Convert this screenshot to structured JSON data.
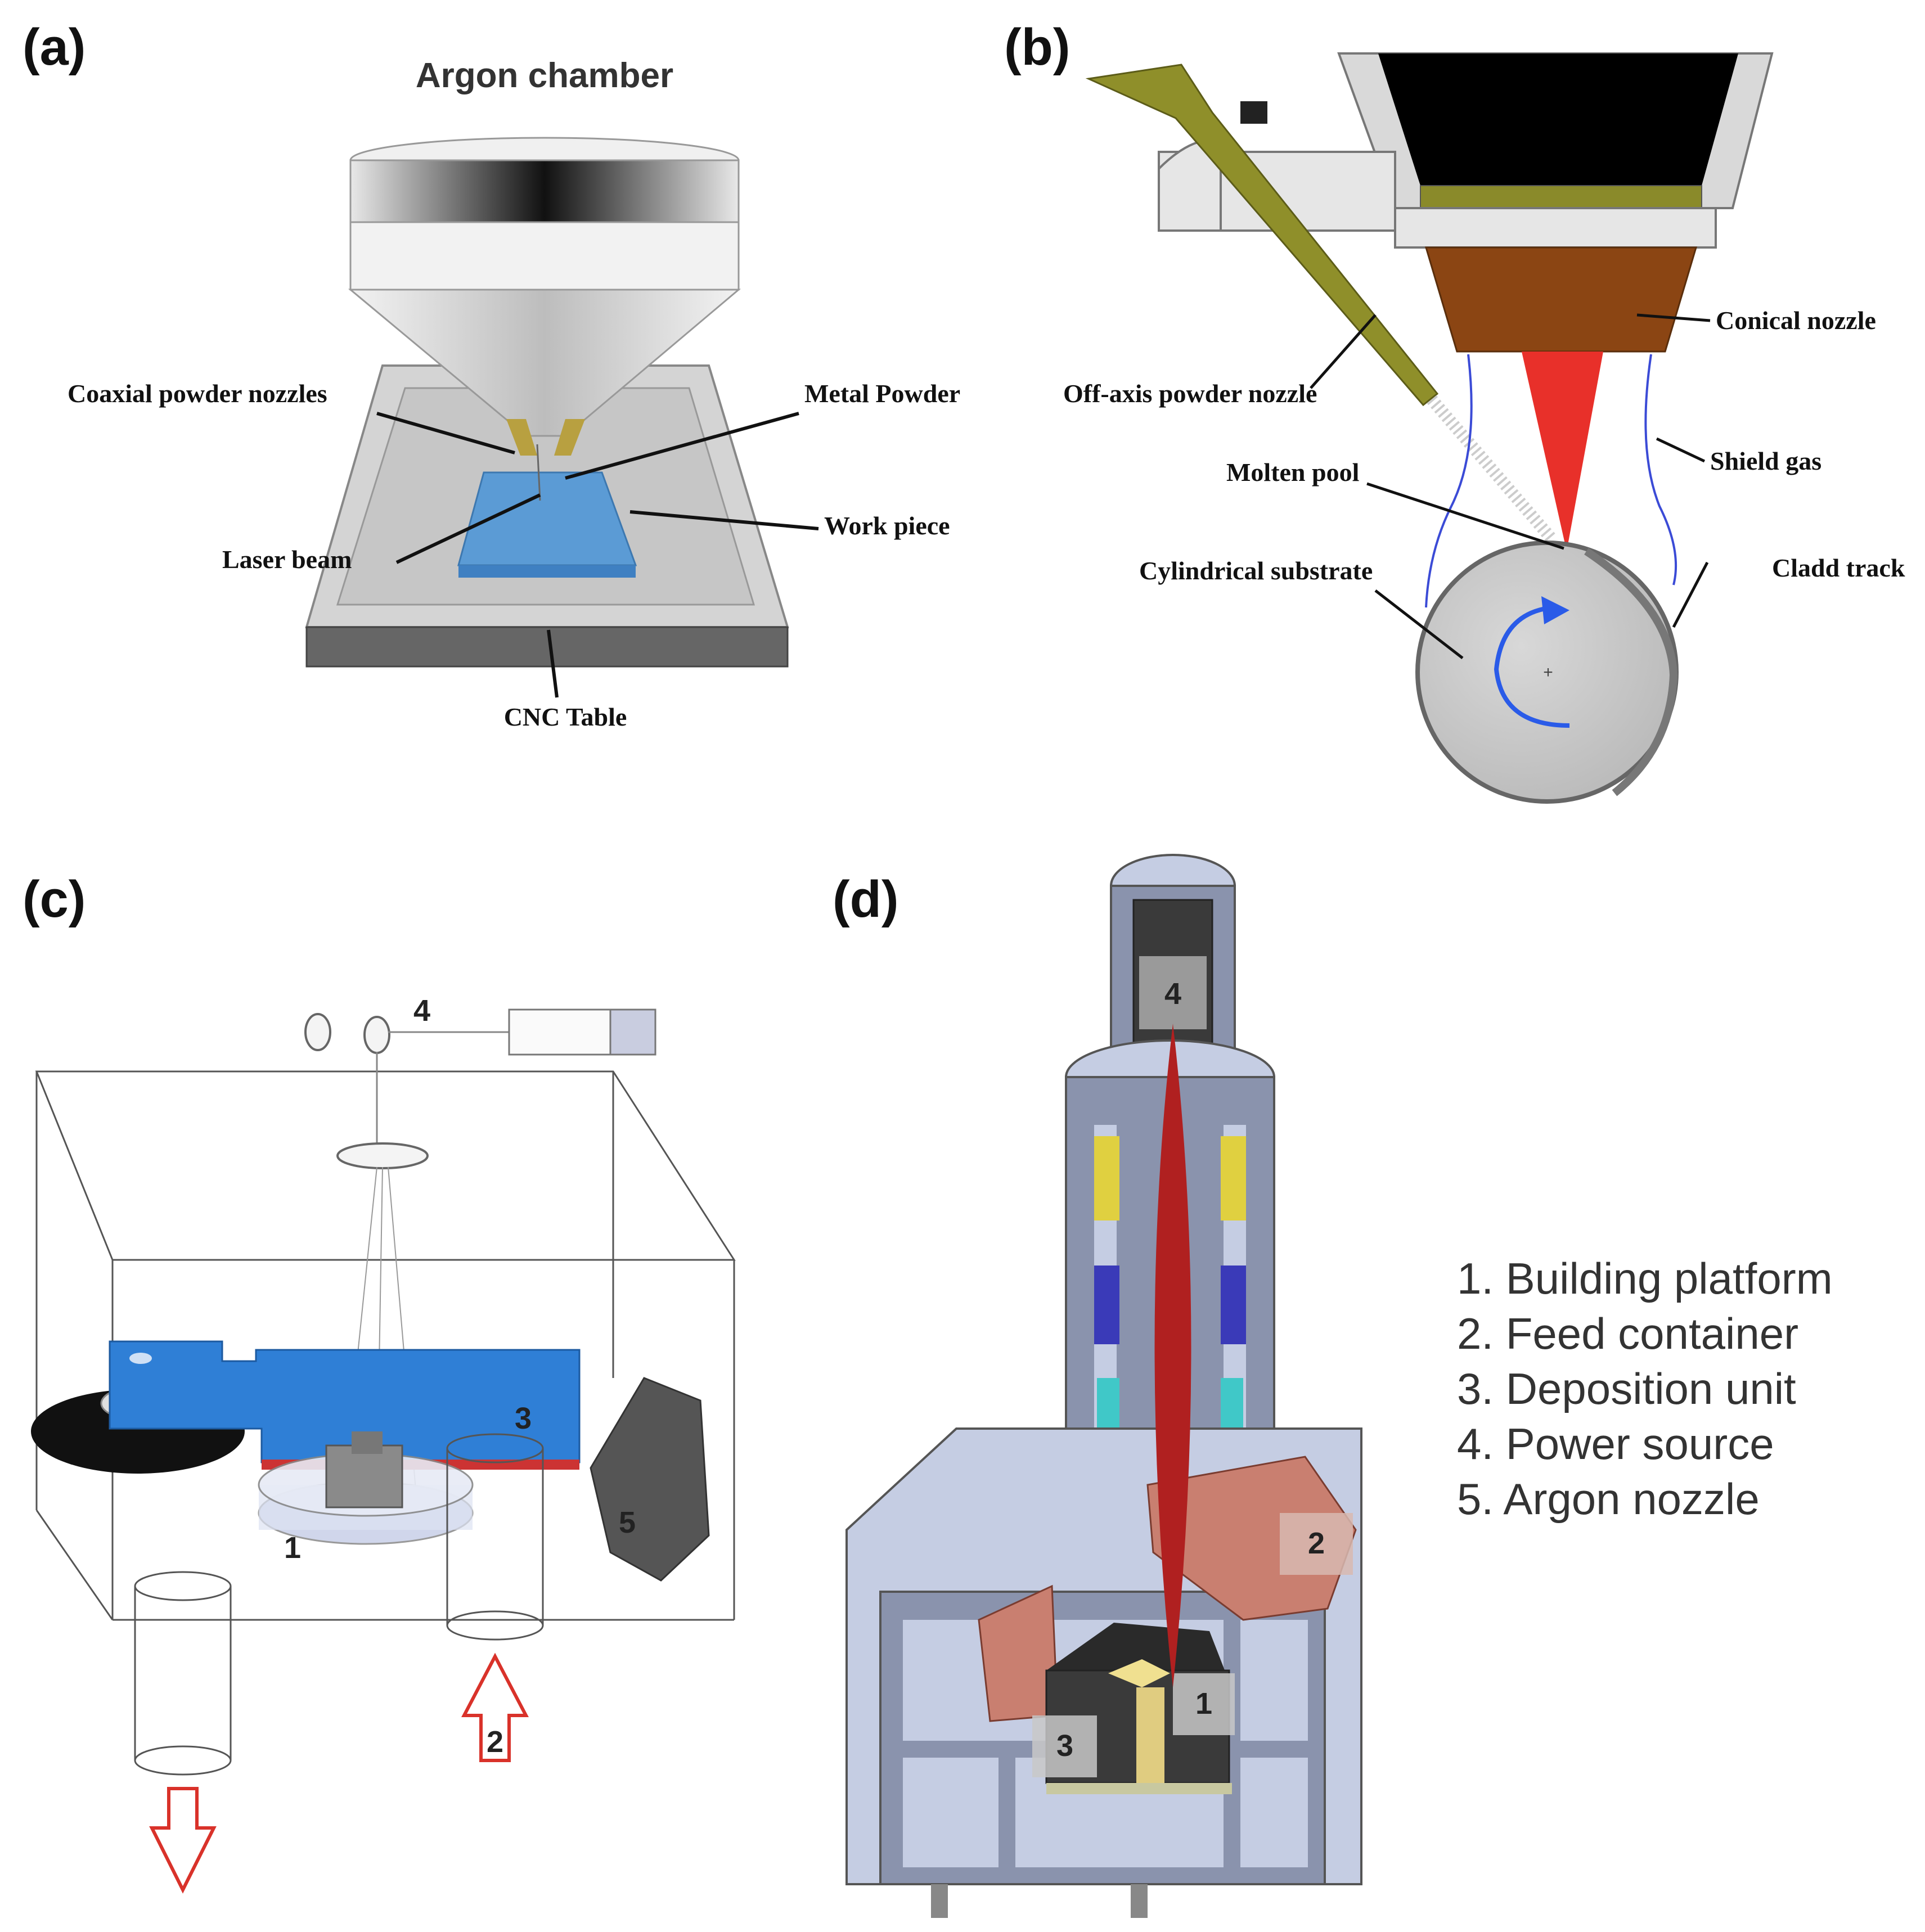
{
  "panels": {
    "a": {
      "letter": "(a)",
      "title": "Argon chamber",
      "labels": {
        "coaxial": "Coaxial powder nozzles",
        "metal_powder": "Metal Powder",
        "work_piece": "Work piece",
        "laser_beam": "Laser beam",
        "cnc_table": "CNC Table"
      }
    },
    "b": {
      "letter": "(b)",
      "labels": {
        "conical": "Conical nozzle",
        "offaxis": "Off-axis powder nozzle",
        "shield": "Shield gas",
        "molten": "Molten pool",
        "cylindrical": "Cylindrical substrate",
        "cladd": "Cladd track"
      }
    },
    "c": {
      "letter": "(c)",
      "numbers": {
        "n1": "1",
        "n2": "2",
        "n3": "3",
        "n4": "4",
        "n5": "5"
      }
    },
    "d": {
      "letter": "(d)",
      "numbers": {
        "n1": "1",
        "n2": "2",
        "n3": "3",
        "n4": "4"
      },
      "legend": [
        "1. Building platform",
        "2. Feed container",
        "3. Deposition unit",
        "4. Power source",
        "5. Argon nozzle"
      ]
    }
  },
  "colors": {
    "laser_red": "#e8302a",
    "workpiece_blue": "#5b9bd5",
    "platform_blue": "#2f7fd6",
    "nozzle_brown": "#8b4513",
    "olive": "#9a9a2a",
    "slate": "#8a93ad"
  }
}
